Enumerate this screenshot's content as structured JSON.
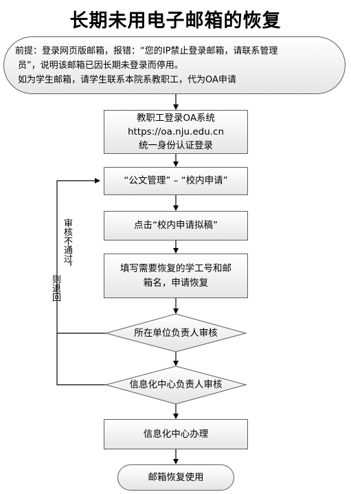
{
  "title": "长期未用电子邮箱的恢复",
  "premise": {
    "line1": "前提：登录网页版邮箱，报错：“您的IP禁止登录邮箱，请联系管理",
    "line2": "员”，说明该邮箱已因长期未登录而停用。",
    "line3": "如为学生邮箱，请学生联系本院系教职工，代为OA申请"
  },
  "steps": {
    "login": {
      "line1": "教职工登录OA系统",
      "line2": "https://oa.nju.edu.cn",
      "line3": "统一身份认证登录"
    },
    "menu": "“公文管理” – “校内申请”",
    "click": "点击“校内申请拟稿”",
    "fill": {
      "line1": "填写需要恢复的学工号和邮",
      "line2": "箱名，申请恢复"
    },
    "review_unit": "所在单位负责人审核",
    "review_info": "信息化中心负责人审核",
    "handle": "信息化中心办理",
    "done": "邮箱恢复使用"
  },
  "loop_label": {
    "part1": "审核不通过，",
    "part2": "则退回"
  }
}
